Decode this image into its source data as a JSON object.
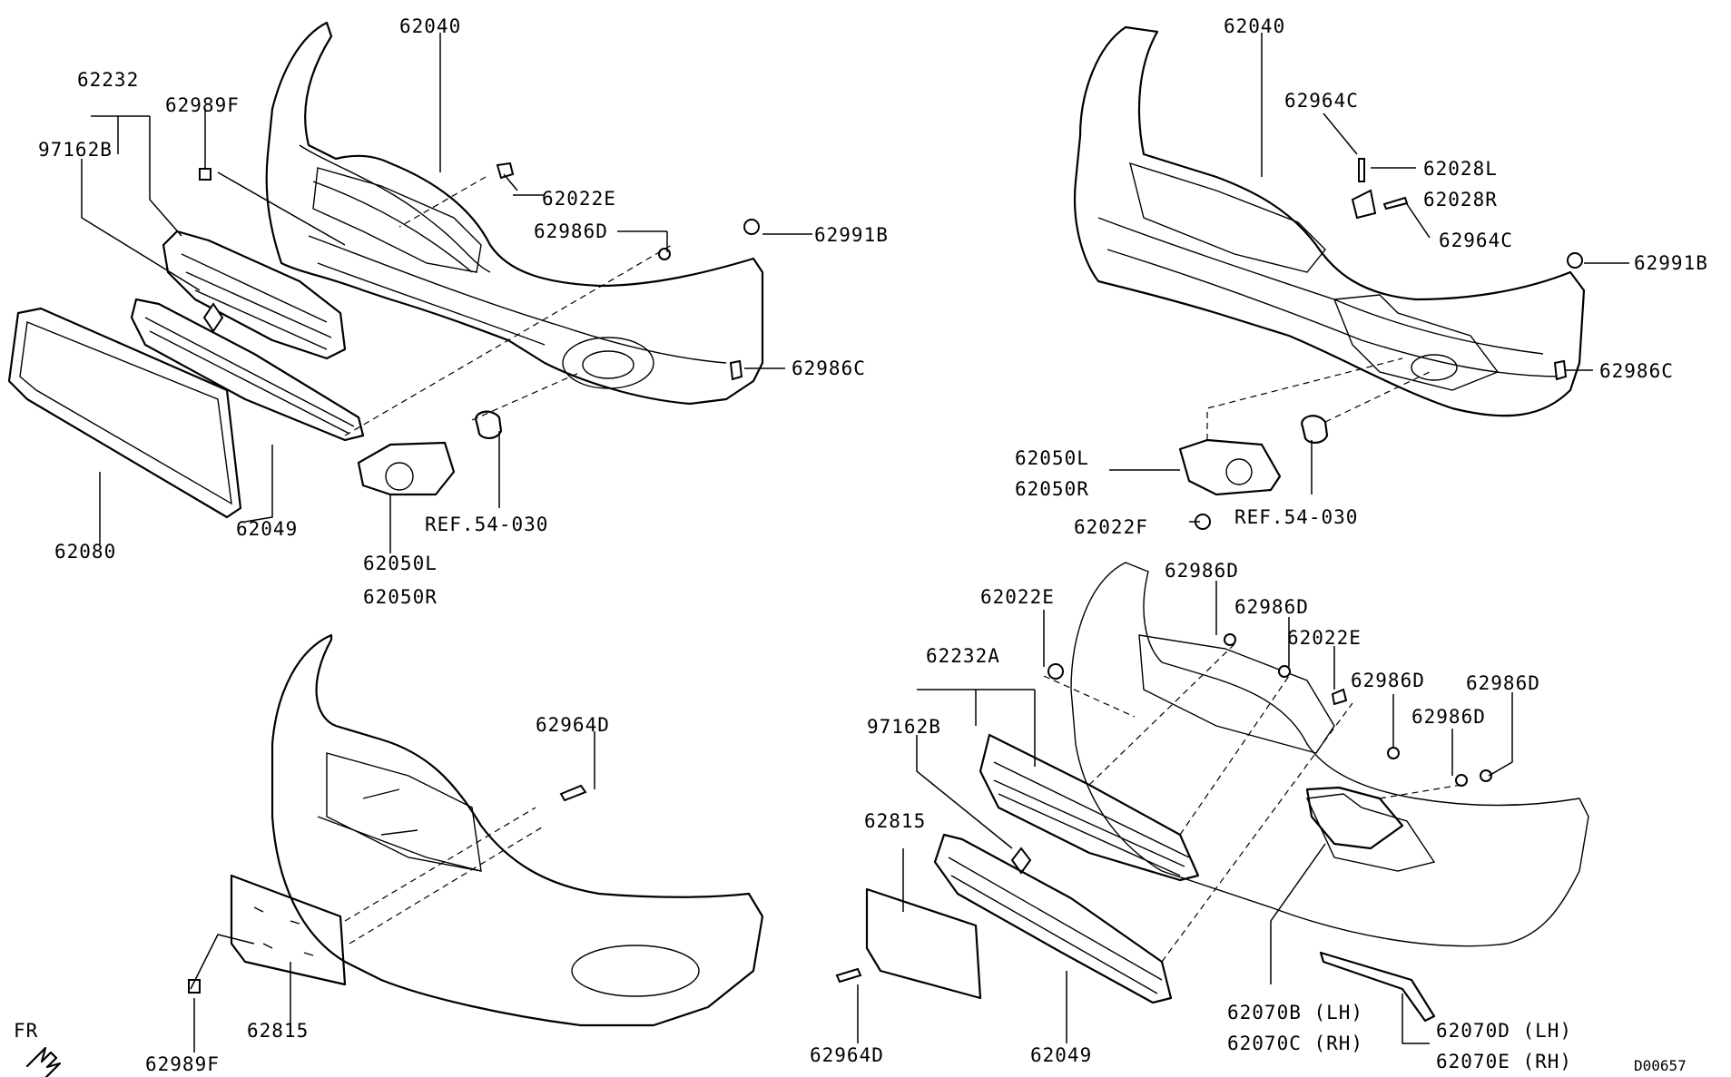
{
  "diagram_code": "D00657",
  "direction_label": "FR",
  "labels": {
    "tl_62040": "62040",
    "tl_62232": "62232",
    "tl_62989F": "62989F",
    "tl_97162B": "97162B",
    "tl_62022E": "62022E",
    "tl_62986D": "62986D",
    "tl_62991B": "62991B",
    "tl_62986C": "62986C",
    "tl_62080": "62080",
    "tl_62049": "62049",
    "tl_62050L": "62050L",
    "tl_62050R": "62050R",
    "tl_ref": "REF.54-030",
    "tr_62040": "62040",
    "tr_62964C_top": "62964C",
    "tr_62028L": "62028L",
    "tr_62028R": "62028R",
    "tr_62964C_bot": "62964C",
    "tr_62991B": "62991B",
    "tr_62986C": "62986C",
    "tr_62050L": "62050L",
    "tr_62050R": "62050R",
    "tr_62022F": "62022F",
    "tr_ref": "REF.54-030",
    "bl_62964D": "62964D",
    "bl_62815": "62815",
    "bl_62989F": "62989F",
    "br_62022E_a": "62022E",
    "br_62986D_a": "62986D",
    "br_62986D_b": "62986D",
    "br_62022E_b": "62022E",
    "br_62232A": "62232A",
    "br_97162B": "97162B",
    "br_62986D_c": "62986D",
    "br_62986D_d": "62986D",
    "br_62986D_e": "62986D",
    "br_62815": "62815",
    "br_62964D": "62964D",
    "br_62049": "62049",
    "br_62070B": "62070B (LH)",
    "br_62070C": "62070C (RH)",
    "br_62070D": "62070D (LH)",
    "br_62070E": "62070E (RH)"
  }
}
